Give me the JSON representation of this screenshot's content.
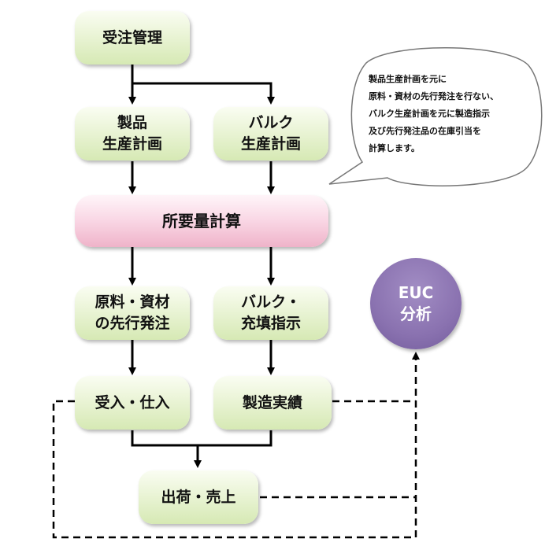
{
  "nodes": {
    "order_management": "受注管理",
    "product_plan": "製品\n生産計画",
    "bulk_plan": "バルク\n生産計画",
    "requirements_calc": "所要量計算",
    "material_order": "原料・資材\nの先行発注",
    "bulk_fill": "バルク・\n充填指示",
    "receiving": "受入・仕入",
    "production_results": "製造実績",
    "shipping_sales": "出荷・売上",
    "euc_analysis": "EUC\n分析"
  },
  "callout": "製品生産計画を元に\n原料・資材の先行発注を行ない、\nバルク生産計画を元に製造指示\n及び先行発注品の在庫引当を\n計算します。",
  "colors": {
    "node_fill": "#e4f0cc",
    "calc_fill": "#f6c8d8",
    "euc_fill": "#8a72b0",
    "line": "#000000"
  }
}
